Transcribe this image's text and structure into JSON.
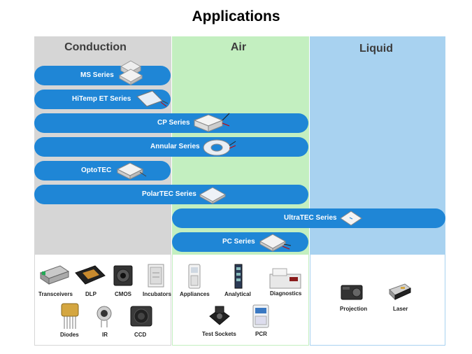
{
  "title": "Applications",
  "columns": {
    "conduction": "Conduction",
    "air": "Air",
    "liquid": "Liquid"
  },
  "series": {
    "ms": "MS Series",
    "hitemp": "HiTemp ET Series",
    "cp": "CP Series",
    "annular": "Annular Series",
    "optotec": "OptoTEC",
    "polartec": "PolarTEC Series",
    "ultratec": "UltraTEC Series",
    "pc": "PC Series"
  },
  "applications": {
    "conduction": [
      "Transceivers",
      "DLP",
      "CMOS",
      "Incubators",
      "Diodes",
      "IR",
      "CCD"
    ],
    "air": [
      "Appliances",
      "Analytical",
      "Diagnostics",
      "Test Sockets",
      "PCR"
    ],
    "liquid": [
      "Projection",
      "Laser"
    ]
  },
  "colors": {
    "bar": "#1f86d6",
    "conduction": "#d6d6d6",
    "air": "#c3efc0",
    "liquid": "#a8d2f0"
  }
}
